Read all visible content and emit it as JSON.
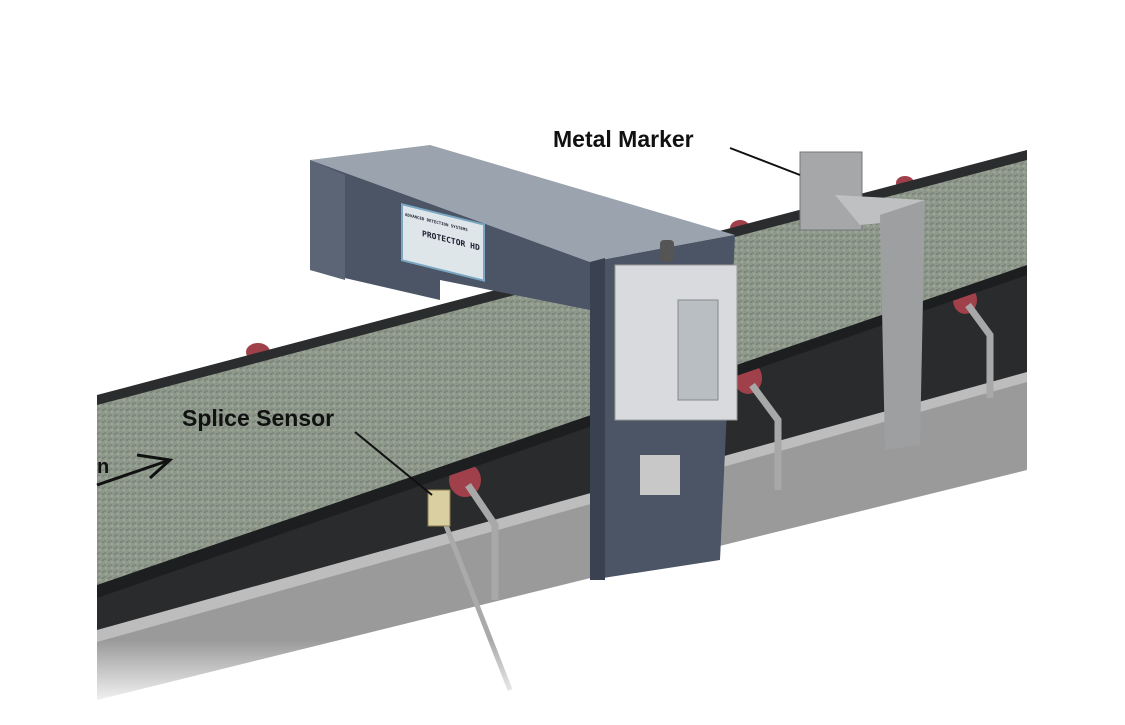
{
  "labels": {
    "metal_marker": "Metal Marker",
    "splice_sensor": "Splice Sensor",
    "direction_partial": "n"
  },
  "detector_plate": {
    "maker": "ADVANCED DETECTION SYSTEMS",
    "model": "PROTECTOR HD"
  },
  "colors": {
    "belt_material": "#8e988b",
    "detector_body": "#4b5566",
    "rail": "#9a9a9a",
    "roller": "#a0404a"
  }
}
